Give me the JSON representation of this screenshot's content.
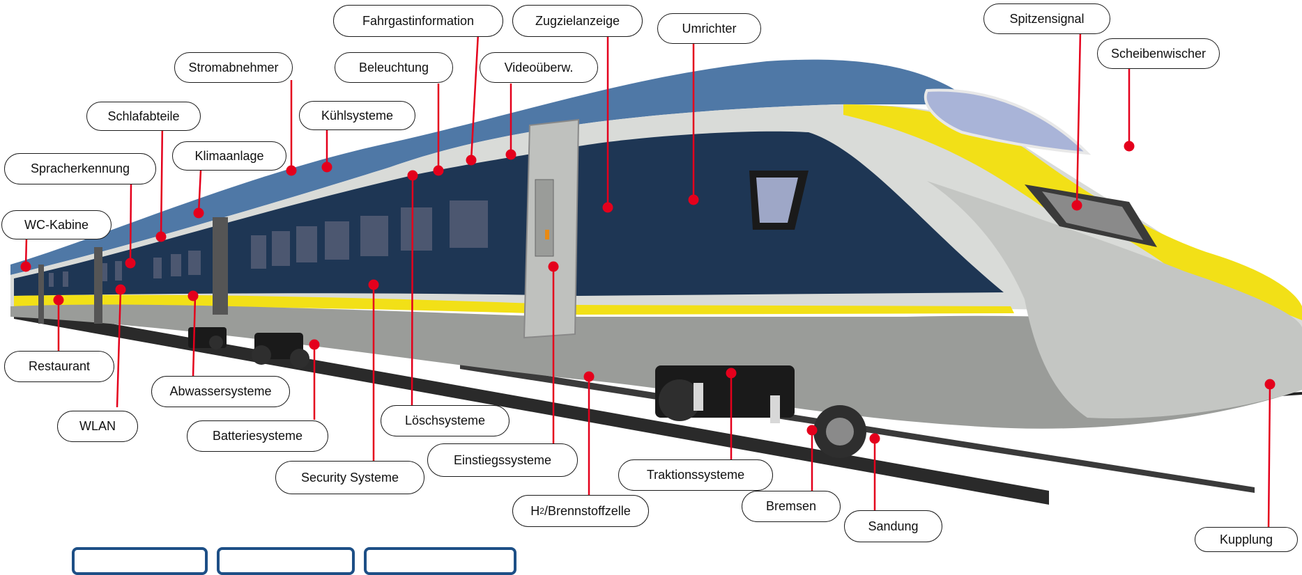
{
  "colors": {
    "body_silver": "#c9cbc8",
    "skirt_gray": "#9a9c99",
    "window_band_navy": "#1e3654",
    "roof_blue": "#4f78a6",
    "nose_yellow": "#f2e017",
    "marker_red": "#e4001c",
    "leader_red": "#e4001c",
    "nav_button_border": "#1d4f86"
  },
  "diagram_title": "",
  "labels": {
    "fahrgastinformation": "Fahrgastinformation",
    "zugzielanzeige": "Zugzielanzeige",
    "umrichter": "Umrichter",
    "spitzensignal": "Spitzensignal",
    "scheibenwischer": "Scheibenwischer",
    "stromabnehmer": "Stromabnehmer",
    "beleuchtung": "Beleuchtung",
    "videoueberwachung": "Videoüberw.",
    "kuehlsysteme": "Kühlsysteme",
    "schlafabteile": "Schlafabteile",
    "klimaanlage": "Klimaanlage",
    "spracherkennung": "Spracherkennung",
    "wc_kabine": "WC-Kabine",
    "restaurant": "Restaurant",
    "abwassersysteme": "Abwassersysteme",
    "wlan": "WLAN",
    "batteriesysteme": "Batteriesysteme",
    "loeschsysteme": "Löschsysteme",
    "security_systeme": "Security Systeme",
    "einstiegssysteme": "Einstiegssysteme",
    "traktionssysteme": "Traktionssysteme",
    "h2_prefix": "H",
    "h2_subscript": "2",
    "h2_suffix": "/Brennstoffzelle",
    "bremsen": "Bremsen",
    "sandung": "Sandung",
    "kupplung": "Kupplung"
  }
}
